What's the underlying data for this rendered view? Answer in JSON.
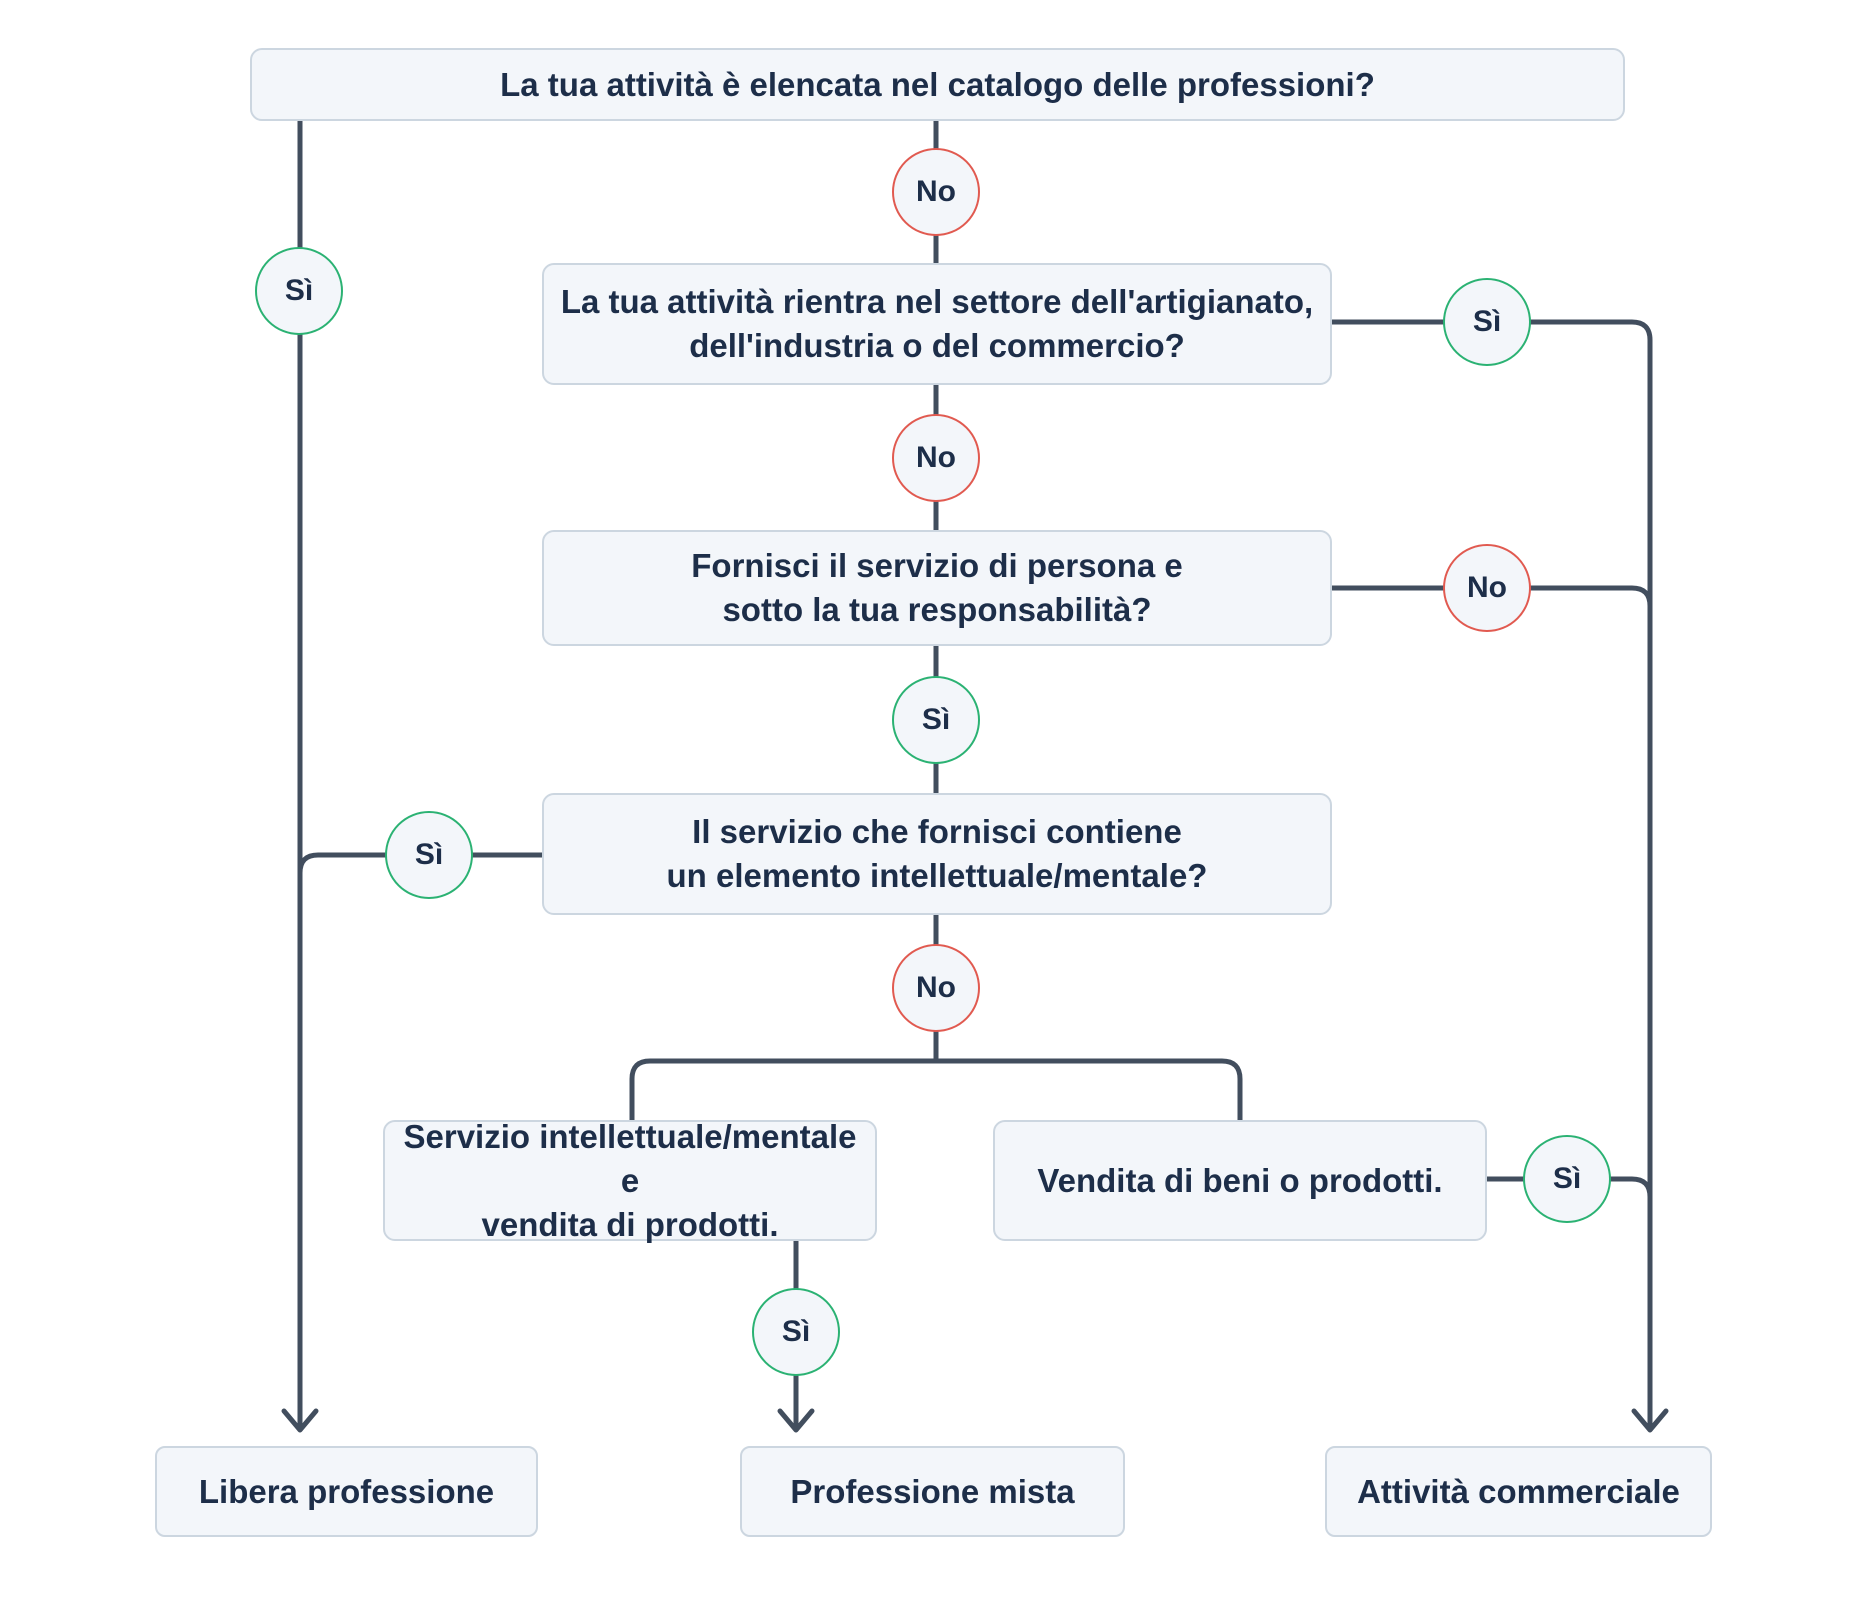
{
  "theme": {
    "line_color": "#424e5e",
    "yes_color": "#2bb273",
    "no_color": "#e15a50",
    "box_fill": "#f3f6fa",
    "box_border": "#ccd6e0",
    "text_color": "#1d2e49",
    "page_bg": "#ffffff"
  },
  "answers": {
    "yes": "Sì",
    "no": "No"
  },
  "questions": {
    "q1": "La tua attività è elencata nel catalogo delle professioni?",
    "q2": "La tua attività rientra nel settore dell'artigianato,\ndell'industria o del commercio?",
    "q3": "Fornisci il servizio di persona e\nsotto la tua responsabilità?",
    "q4": "Il servizio che fornisci contiene\nun elemento intellettuale/mentale?"
  },
  "results": {
    "r1": "Servizio intellettuale/mentale e\nvendita di prodotti.",
    "r2": "Vendita di beni o prodotti."
  },
  "outcomes": {
    "o1": "Libera professione",
    "o2": "Professione mista",
    "o3": "Attività commerciale"
  }
}
